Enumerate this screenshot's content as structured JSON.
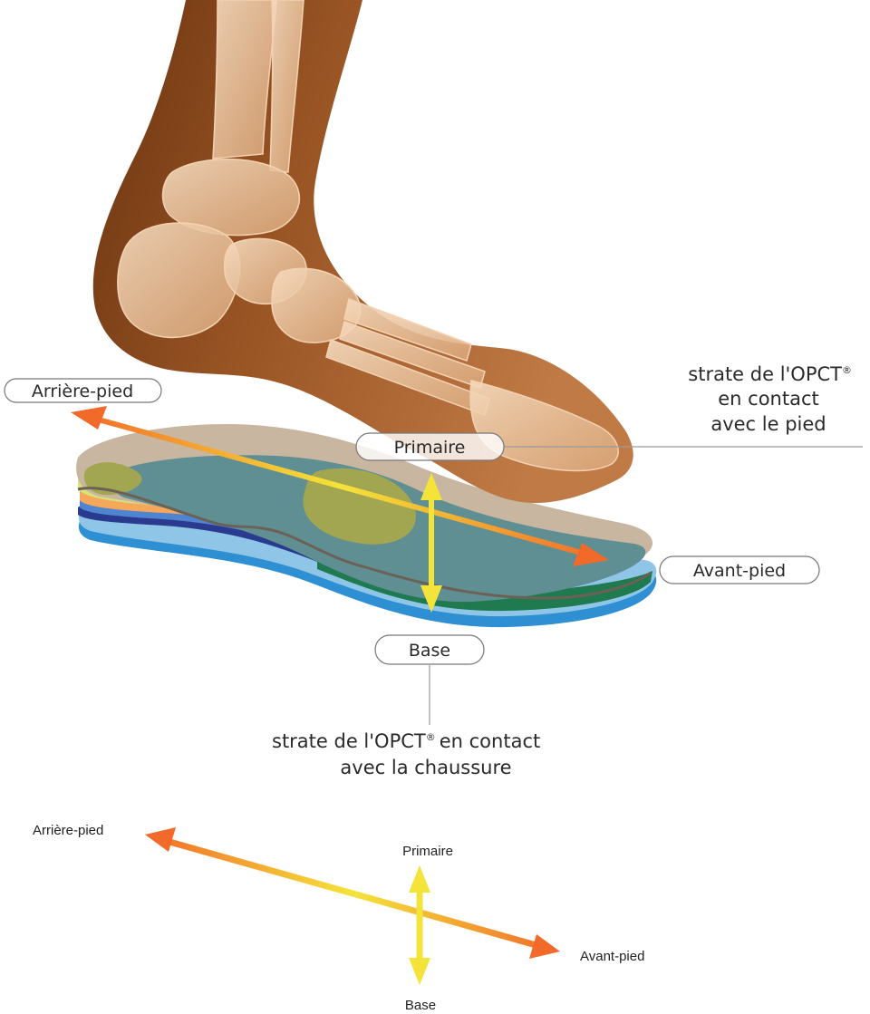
{
  "labels": {
    "rearfoot": "Arrière-pied",
    "forefoot": "Avant-pied",
    "primary": "Primaire",
    "base": "Base"
  },
  "descriptions": {
    "top": [
      "strate de l'OPCT",
      "en contact",
      "avec le pied"
    ],
    "bottom": [
      "strate de l'OPCT",
      "en contact",
      "avec la chaussure"
    ],
    "registered_mark": "®"
  },
  "legend": {
    "rearfoot": "Arrière-pied",
    "forefoot": "Avant-pied",
    "primary": "Primaire",
    "base": "Base"
  },
  "colors": {
    "arrow_orange": "#f26a2a",
    "arrow_yellow": "#f4e43a",
    "skin_dark": "#8a4a1c",
    "skin_light": "#e3b48a",
    "insole_top": "#c9b6a0",
    "insole_teal": "#5f8f92",
    "insole_olive": "#a3a651",
    "layer_blue": "#2f8fd3",
    "layer_navy": "#2a3b8f",
    "layer_green": "#1f7a4f"
  }
}
